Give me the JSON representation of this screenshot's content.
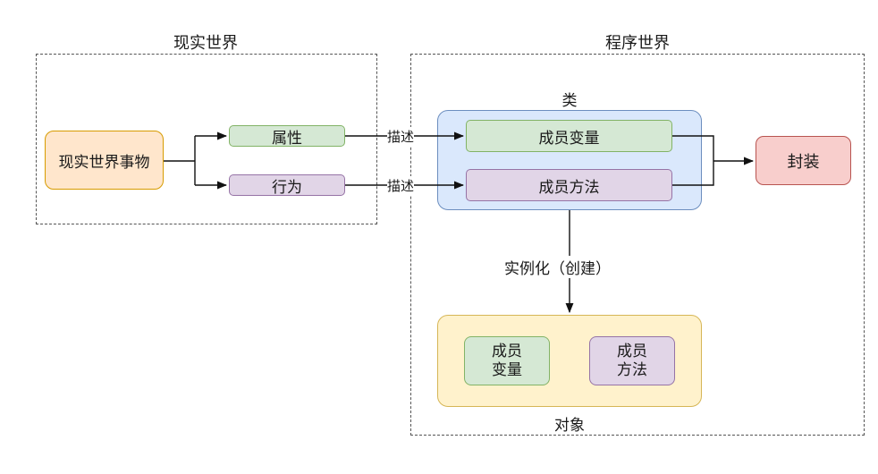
{
  "real_world": {
    "title": "现实世界",
    "entity": "现实世界事物",
    "attribute": "属性",
    "behavior": "行为"
  },
  "program_world": {
    "title": "程序世界",
    "class_title": "类",
    "member_variable": "成员变量",
    "member_method": "成员方法",
    "encapsulation": "封装",
    "instantiation": "实例化（创建）",
    "object_title": "对象",
    "object_variable_line1": "成员",
    "object_variable_line2": "变量",
    "object_method_line1": "成员",
    "object_method_line2": "方法"
  },
  "connectors": {
    "describe_attribute": "描述",
    "describe_behavior": "描述"
  },
  "colors": {
    "orange_fill": "#ffe6cc",
    "orange_stroke": "#d79b00",
    "green_fill": "#d5e8d4",
    "green_stroke": "#82b366",
    "purple_fill": "#e1d5e7",
    "purple_stroke": "#9673a6",
    "blue_fill": "#dae8fc",
    "blue_stroke": "#6c8ebf",
    "red_fill": "#f8cecc",
    "red_stroke": "#b85450",
    "yellow_fill": "#fff2cc",
    "yellow_stroke": "#d6b656"
  }
}
